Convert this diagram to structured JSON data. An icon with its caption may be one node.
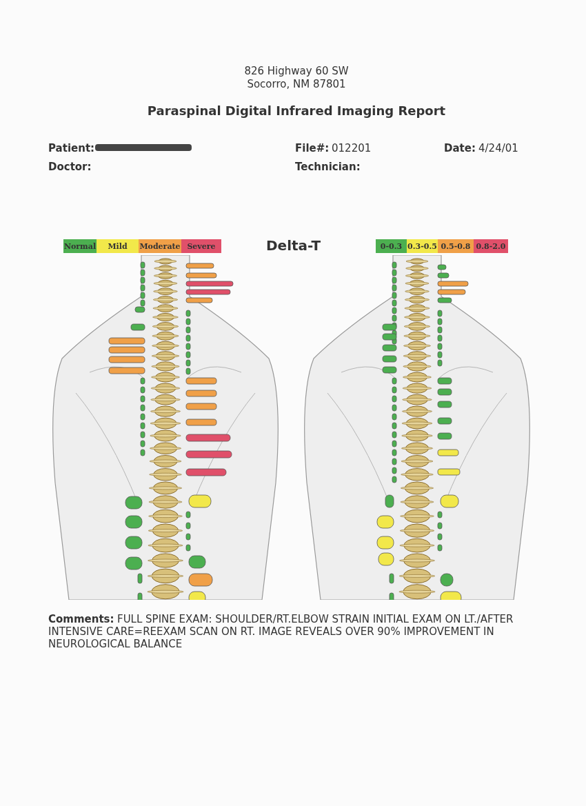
{
  "diagram": {
    "title": "Paraspinal Digital Infrared Imaging Report",
    "labels": [
      "826 Highway 60 SW",
      "Socorro, NM 87801",
      "Patient:",
      "File#:",
      "012201",
      "Date:",
      "4/24/01",
      "Doctor:",
      "Technician:",
      "Delta-T",
      "Comments:",
      "FULL SPINE EXAM: SHOULDER/RT.ELBOW STRAIN INITIAL EXAM ON LT./AFTER INTENSIVE CARE=REEXAM SCAN ON RT.  IMAGE REVEALS OVER 90% IMPROVEMENT IN NEUROLOGICAL BALANCE"
    ],
    "legend": [
      {
        "text": "Normal",
        "color": "#4caf50"
      },
      {
        "text": "Mild",
        "color": "#f2e84a"
      },
      {
        "text": "Moderate",
        "color": "#f0a048"
      },
      {
        "text": "Severe",
        "color": "#e0506a"
      },
      {
        "text": "0-0.3",
        "color": "#4caf50"
      },
      {
        "text": "0.3-0.5",
        "color": "#f2e84a"
      },
      {
        "text": "0.5-0.8",
        "color": "#f0a048"
      },
      {
        "text": "0.8-2.0",
        "color": "#e0506a"
      }
    ]
  }
}
